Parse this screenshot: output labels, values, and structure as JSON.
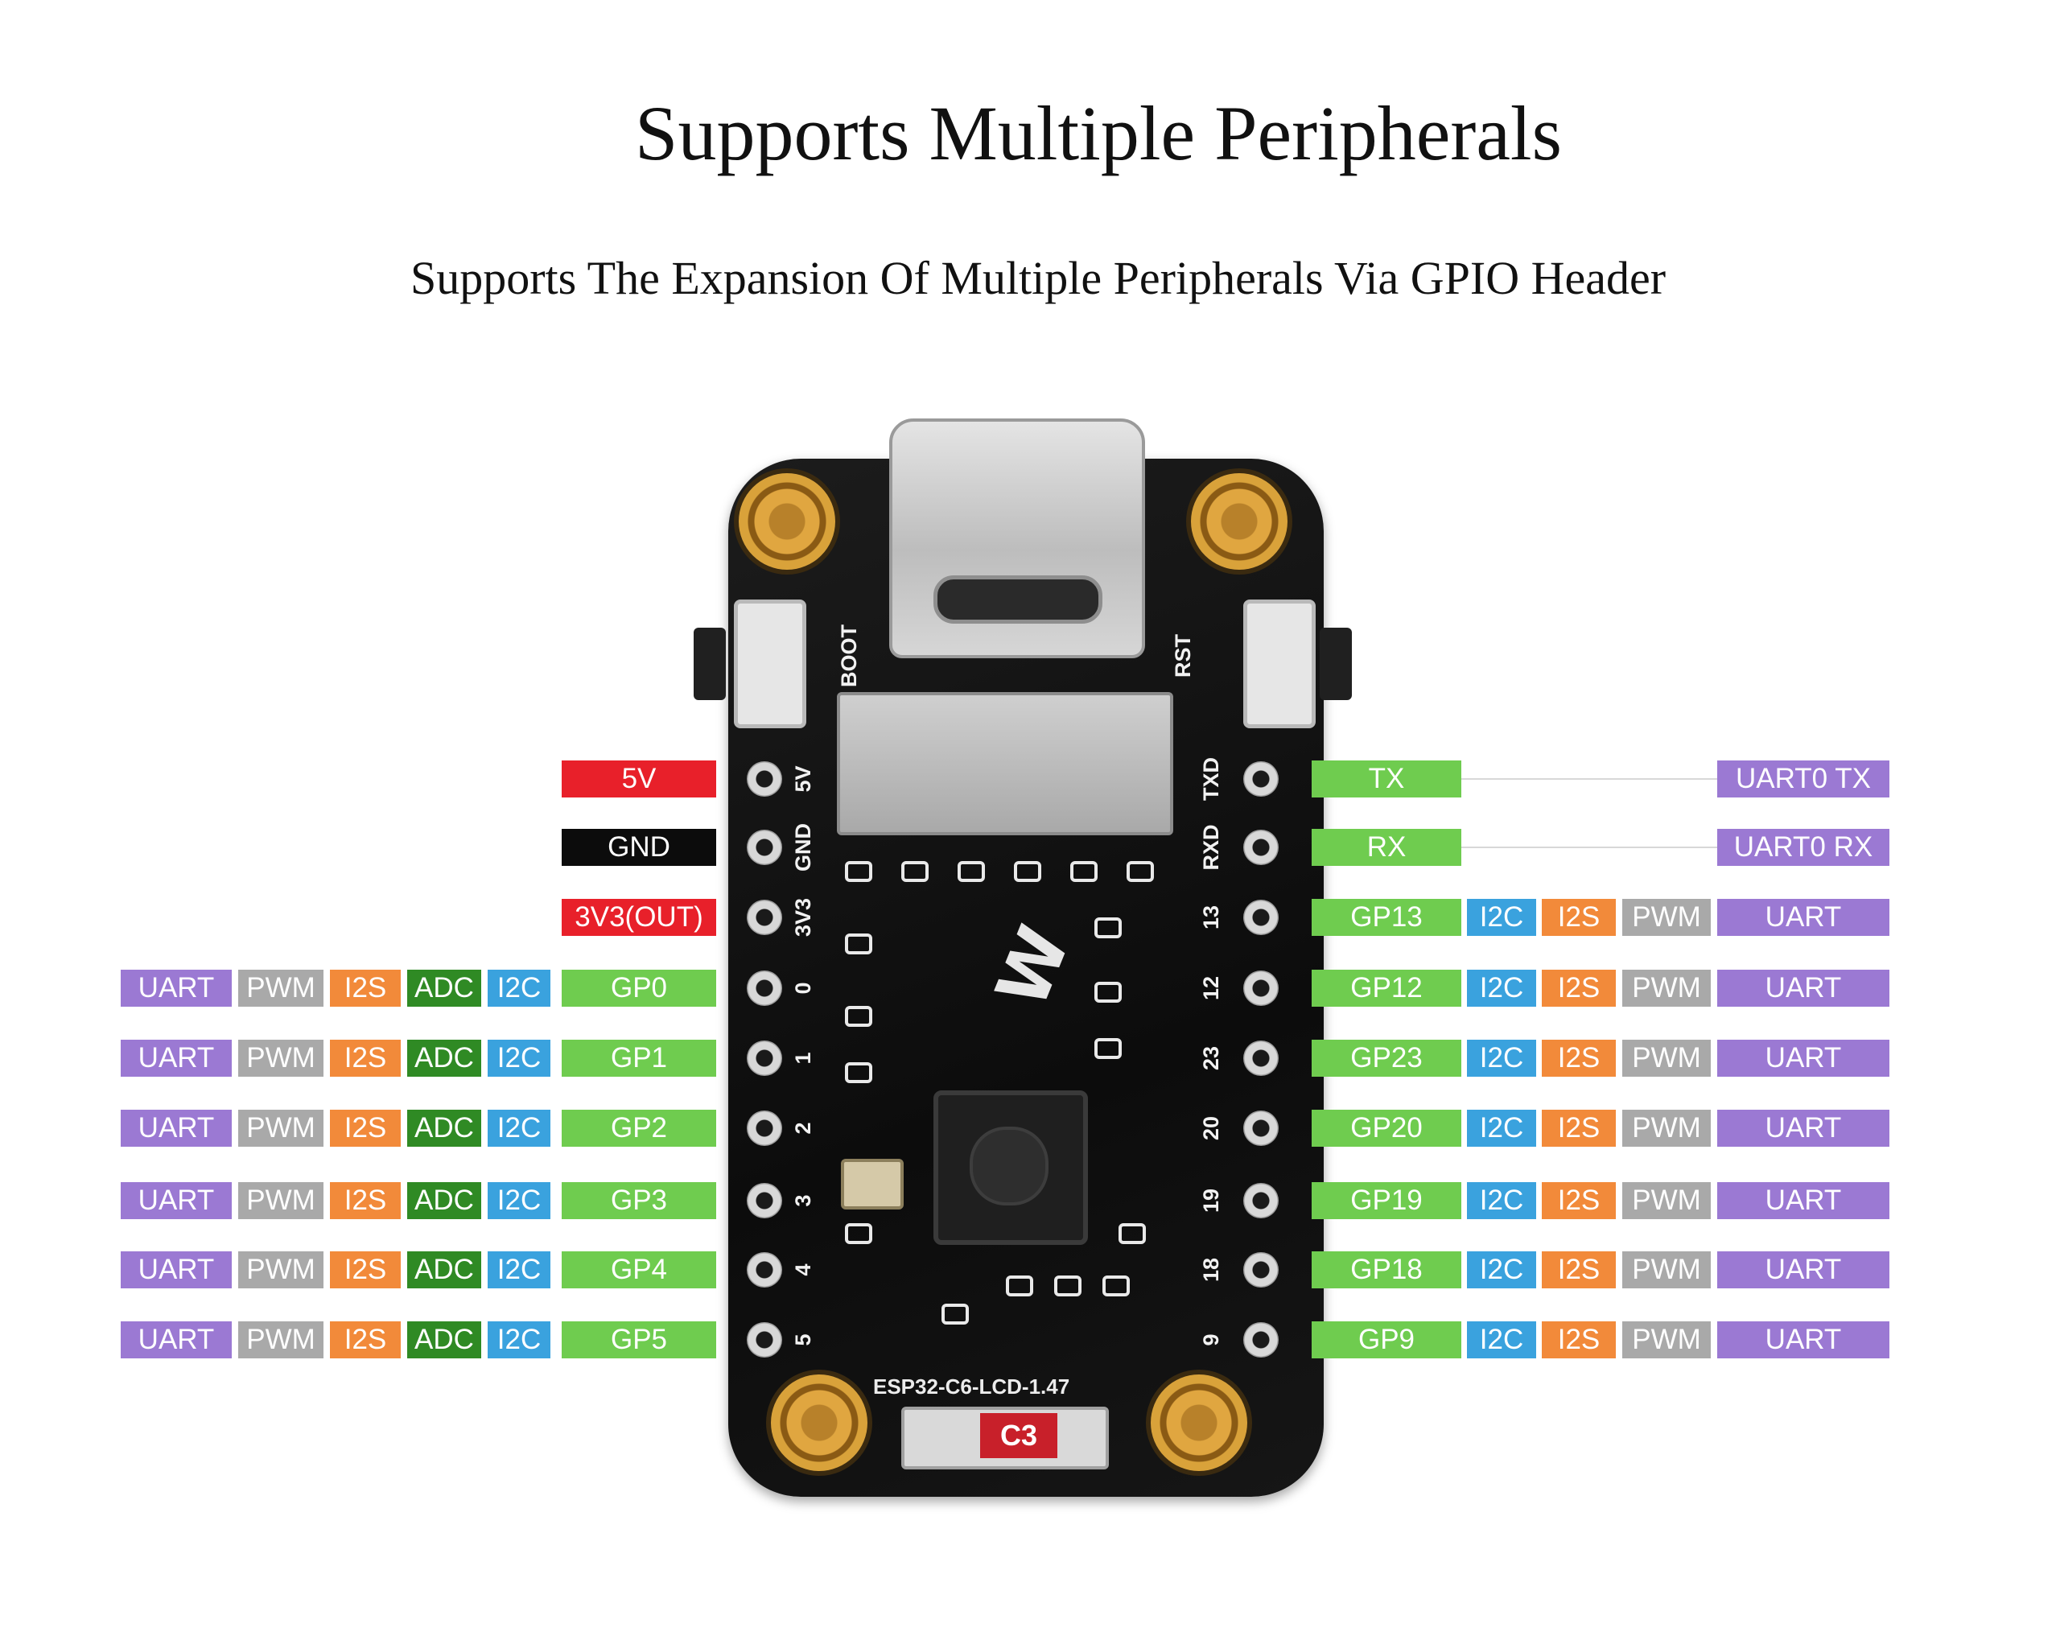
{
  "title": "Supports Multiple Peripherals",
  "subtitle": "Supports The Expansion Of Multiple Peripherals Via GPIO Header",
  "board": {
    "model": "ESP32-C6-LCD-1.47",
    "connector_label": "C3",
    "logo": "W",
    "button_labels": {
      "boot": "BOOT",
      "rst": "RST"
    },
    "left_silk": [
      "5V",
      "GND",
      "3V3",
      "0",
      "1",
      "2",
      "3",
      "4",
      "5"
    ],
    "right_silk": [
      "TXD",
      "RXD",
      "13",
      "12",
      "23",
      "20",
      "19",
      "18",
      "9"
    ]
  },
  "left_pins": [
    {
      "name": "5V",
      "color": "#e8202a",
      "functions": []
    },
    {
      "name": "GND",
      "color": "#0c0c0c",
      "functions": []
    },
    {
      "name": "3V3(OUT)",
      "color": "#e8202a",
      "functions": []
    },
    {
      "name": "GP0",
      "color": "#6fcc4f",
      "functions": [
        "UART",
        "PWM",
        "I2S",
        "ADC",
        "I2C"
      ]
    },
    {
      "name": "GP1",
      "color": "#6fcc4f",
      "functions": [
        "UART",
        "PWM",
        "I2S",
        "ADC",
        "I2C"
      ]
    },
    {
      "name": "GP2",
      "color": "#6fcc4f",
      "functions": [
        "UART",
        "PWM",
        "I2S",
        "ADC",
        "I2C"
      ]
    },
    {
      "name": "GP3",
      "color": "#6fcc4f",
      "functions": [
        "UART",
        "PWM",
        "I2S",
        "ADC",
        "I2C"
      ]
    },
    {
      "name": "GP4",
      "color": "#6fcc4f",
      "functions": [
        "UART",
        "PWM",
        "I2S",
        "ADC",
        "I2C"
      ]
    },
    {
      "name": "GP5",
      "color": "#6fcc4f",
      "functions": [
        "UART",
        "PWM",
        "I2S",
        "ADC",
        "I2C"
      ]
    }
  ],
  "right_pins": [
    {
      "name": "TX",
      "functions": [
        "UART0 TX"
      ]
    },
    {
      "name": "RX",
      "functions": [
        "UART0 RX"
      ]
    },
    {
      "name": "GP13",
      "functions": [
        "I2C",
        "I2S",
        "PWM",
        "UART"
      ]
    },
    {
      "name": "GP12",
      "functions": [
        "I2C",
        "I2S",
        "PWM",
        "UART"
      ]
    },
    {
      "name": "GP23",
      "functions": [
        "I2C",
        "I2S",
        "PWM",
        "UART"
      ]
    },
    {
      "name": "GP20",
      "functions": [
        "I2C",
        "I2S",
        "PWM",
        "UART"
      ]
    },
    {
      "name": "GP19",
      "functions": [
        "I2C",
        "I2S",
        "PWM",
        "UART"
      ]
    },
    {
      "name": "GP18",
      "functions": [
        "I2C",
        "I2S",
        "PWM",
        "UART"
      ]
    },
    {
      "name": "GP9",
      "functions": [
        "I2C",
        "I2S",
        "PWM",
        "UART"
      ]
    }
  ],
  "colors": {
    "power": "#e8202a",
    "gnd": "#0c0c0c",
    "gpio": "#6fcc4f",
    "uart": "#9b79d3",
    "pwm": "#a9a9a9",
    "i2s": "#f28a3a",
    "adc": "#2f8a24",
    "i2c": "#3aa2de"
  }
}
